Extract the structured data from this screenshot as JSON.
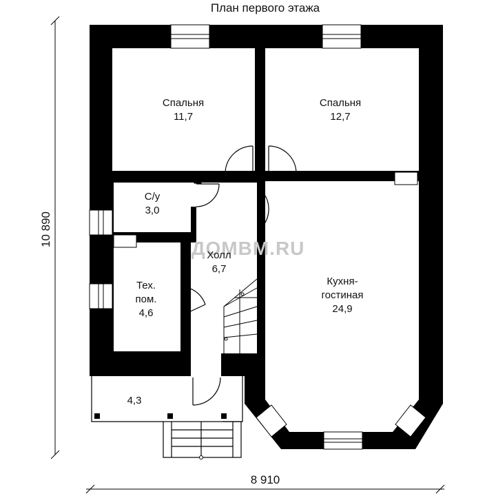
{
  "title": "План первого этажа",
  "dimensions": {
    "width": "8 910",
    "height": "10 890"
  },
  "watermark": "ДОМВМ.RU",
  "rooms": {
    "bedroom_left": {
      "name": "Спальня",
      "area": "11,7"
    },
    "bedroom_right": {
      "name": "Спальня",
      "area": "12,7"
    },
    "wc": {
      "name": "С/у",
      "area": "3,0"
    },
    "hall": {
      "name": "Холл",
      "area": "6,7"
    },
    "tech": {
      "name_line1": "Тех.",
      "name_line2": "пом.",
      "area": "4,6"
    },
    "kitchen": {
      "name_line1": "Кухня-",
      "name_line2": "гостиная",
      "area": "24,9"
    },
    "porch": {
      "area": "4,3"
    }
  },
  "colors": {
    "wall": "#000000",
    "background": "#ffffff",
    "watermark": "#c8c8c8"
  }
}
